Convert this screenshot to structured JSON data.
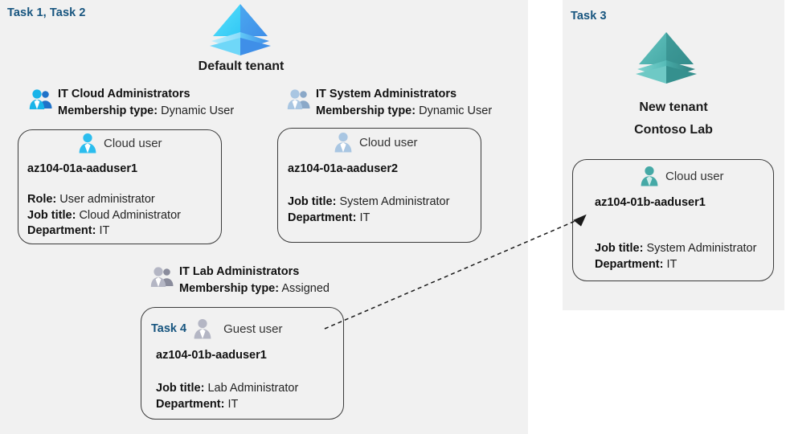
{
  "panels": {
    "left": {
      "task_tag": "Task 1, Task 2"
    },
    "right": {
      "task_tag": "Task 3"
    }
  },
  "tenants": [
    {
      "name": "default-tenant",
      "icon": "azure-ad-tenant-icon",
      "title_line1": "Default tenant",
      "title_line2": "",
      "color": "#29b6f6"
    },
    {
      "name": "new-tenant",
      "icon": "azure-ad-tenant-icon",
      "title_line1": "New  tenant",
      "title_line2": "Contoso Lab",
      "color": "#3fa9a2"
    }
  ],
  "groups": [
    {
      "id": "it-cloud-administrators",
      "name": "IT Cloud Administrators",
      "membership_label": "Membership type:",
      "membership_value": "Dynamic User",
      "icon": "users-group-icon",
      "icon_color": "#17a3e0"
    },
    {
      "id": "it-system-administrators",
      "name": "IT System Administrators",
      "membership_label": "Membership type:",
      "membership_value": "Dynamic User",
      "icon": "users-group-icon",
      "icon_color": "#9fbfdc"
    },
    {
      "id": "it-lab-administrators",
      "name": "IT Lab Administrators",
      "membership_label": "Membership type:",
      "membership_value": "Assigned",
      "icon": "users-group-icon",
      "icon_color": "#a6a8b5"
    }
  ],
  "cards": [
    {
      "id": "card-aaduser1-default",
      "task_tag": "",
      "user_type": "Cloud user",
      "icon": "cloud-user-icon",
      "icon_color": "#29b6f6",
      "upn": "az104-01a-aaduser1",
      "props": [
        {
          "label": "Role:",
          "value": "User administrator"
        },
        {
          "label": "Job title:",
          "value": "Cloud Administrator"
        },
        {
          "label": "Department:",
          "value": "IT"
        }
      ]
    },
    {
      "id": "card-aaduser2-default",
      "task_tag": "",
      "user_type": "Cloud user",
      "icon": "cloud-user-icon",
      "icon_color": "#9fbfdc",
      "upn": "az104-01a-aaduser2",
      "props": [
        {
          "label": "Job title:",
          "value": "System Administrator"
        },
        {
          "label": "Department:",
          "value": "IT"
        }
      ]
    },
    {
      "id": "card-guest-aaduser1b",
      "task_tag": "Task 4",
      "user_type": "Guest user",
      "icon": "guest-user-icon",
      "icon_color": "#a6a8b5",
      "upn": "az104-01b-aaduser1",
      "props": [
        {
          "label": "Job title:",
          "value": "Lab Administrator"
        },
        {
          "label": "Department:",
          "value": "IT"
        }
      ]
    },
    {
      "id": "card-aaduser1b-contoso",
      "task_tag": "",
      "user_type": "Cloud user",
      "icon": "cloud-user-icon",
      "icon_color": "#3fa9a2",
      "upn": "az104-01b-aaduser1",
      "props": [
        {
          "label": "Job title:",
          "value": "System Administrator"
        },
        {
          "label": "Department:",
          "value": "IT"
        }
      ]
    }
  ],
  "connector": {
    "name": "guest-invite-arrow",
    "style": "dashed",
    "color": "#1a1a1a",
    "from": "card-guest-aaduser1b",
    "to": "card-aaduser1b-contoso"
  },
  "colors": {
    "panel_background": "#f1f1f1",
    "page_background": "#ffffff",
    "task_tag": "#17557f",
    "card_border": "#3b3b3b",
    "text": "#1a1a1a"
  }
}
